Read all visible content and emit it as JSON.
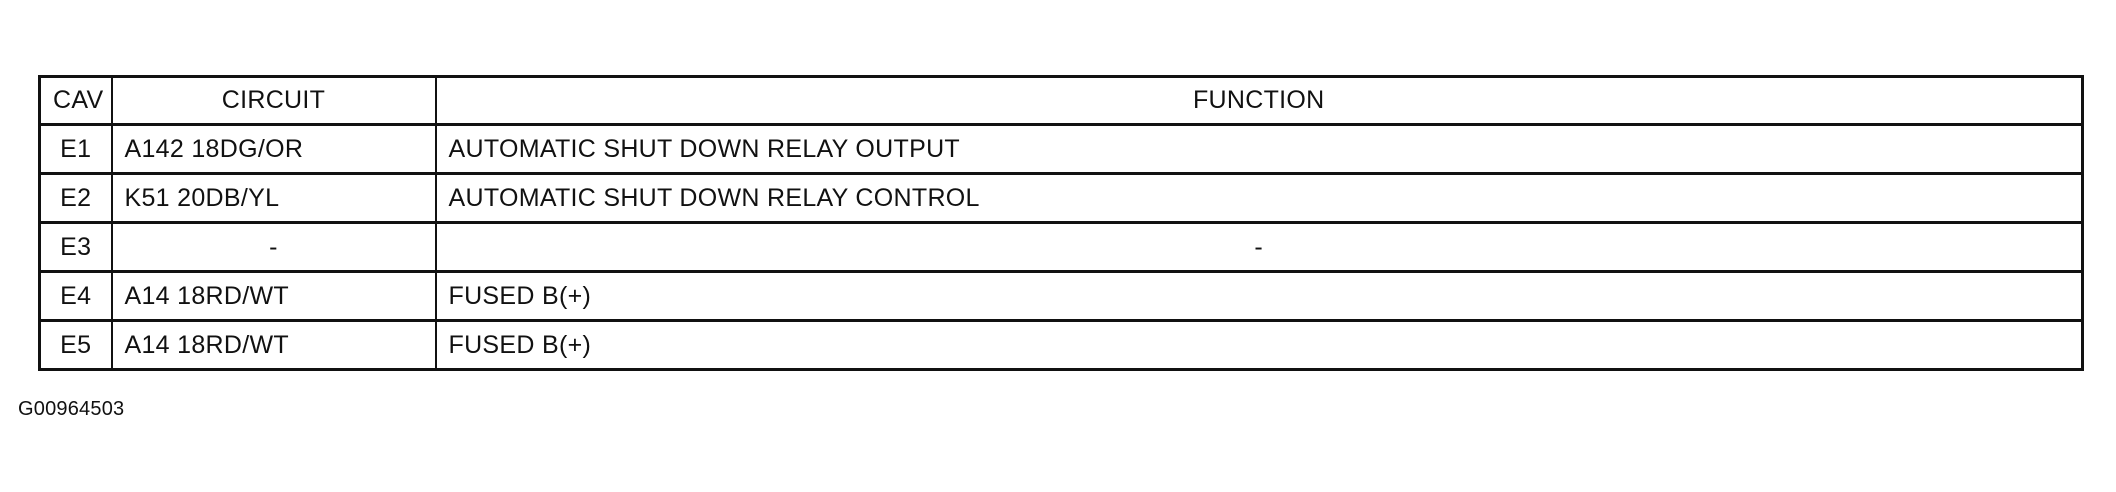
{
  "table": {
    "headers": {
      "cav": "CAV",
      "circuit": "CIRCUIT",
      "function": "FUNCTION"
    },
    "rows": [
      {
        "cav": "E1",
        "circuit": "A142 18DG/OR",
        "function": "AUTOMATIC SHUT DOWN RELAY OUTPUT"
      },
      {
        "cav": "E2",
        "circuit": "K51 20DB/YL",
        "function": "AUTOMATIC SHUT DOWN RELAY CONTROL"
      },
      {
        "cav": "E3",
        "circuit": "-",
        "function": "-"
      },
      {
        "cav": "E4",
        "circuit": "A14 18RD/WT",
        "function": "FUSED B(+)"
      },
      {
        "cav": "E5",
        "circuit": "A14 18RD/WT",
        "function": "FUSED B(+)"
      }
    ]
  },
  "figure_id": "G00964503"
}
